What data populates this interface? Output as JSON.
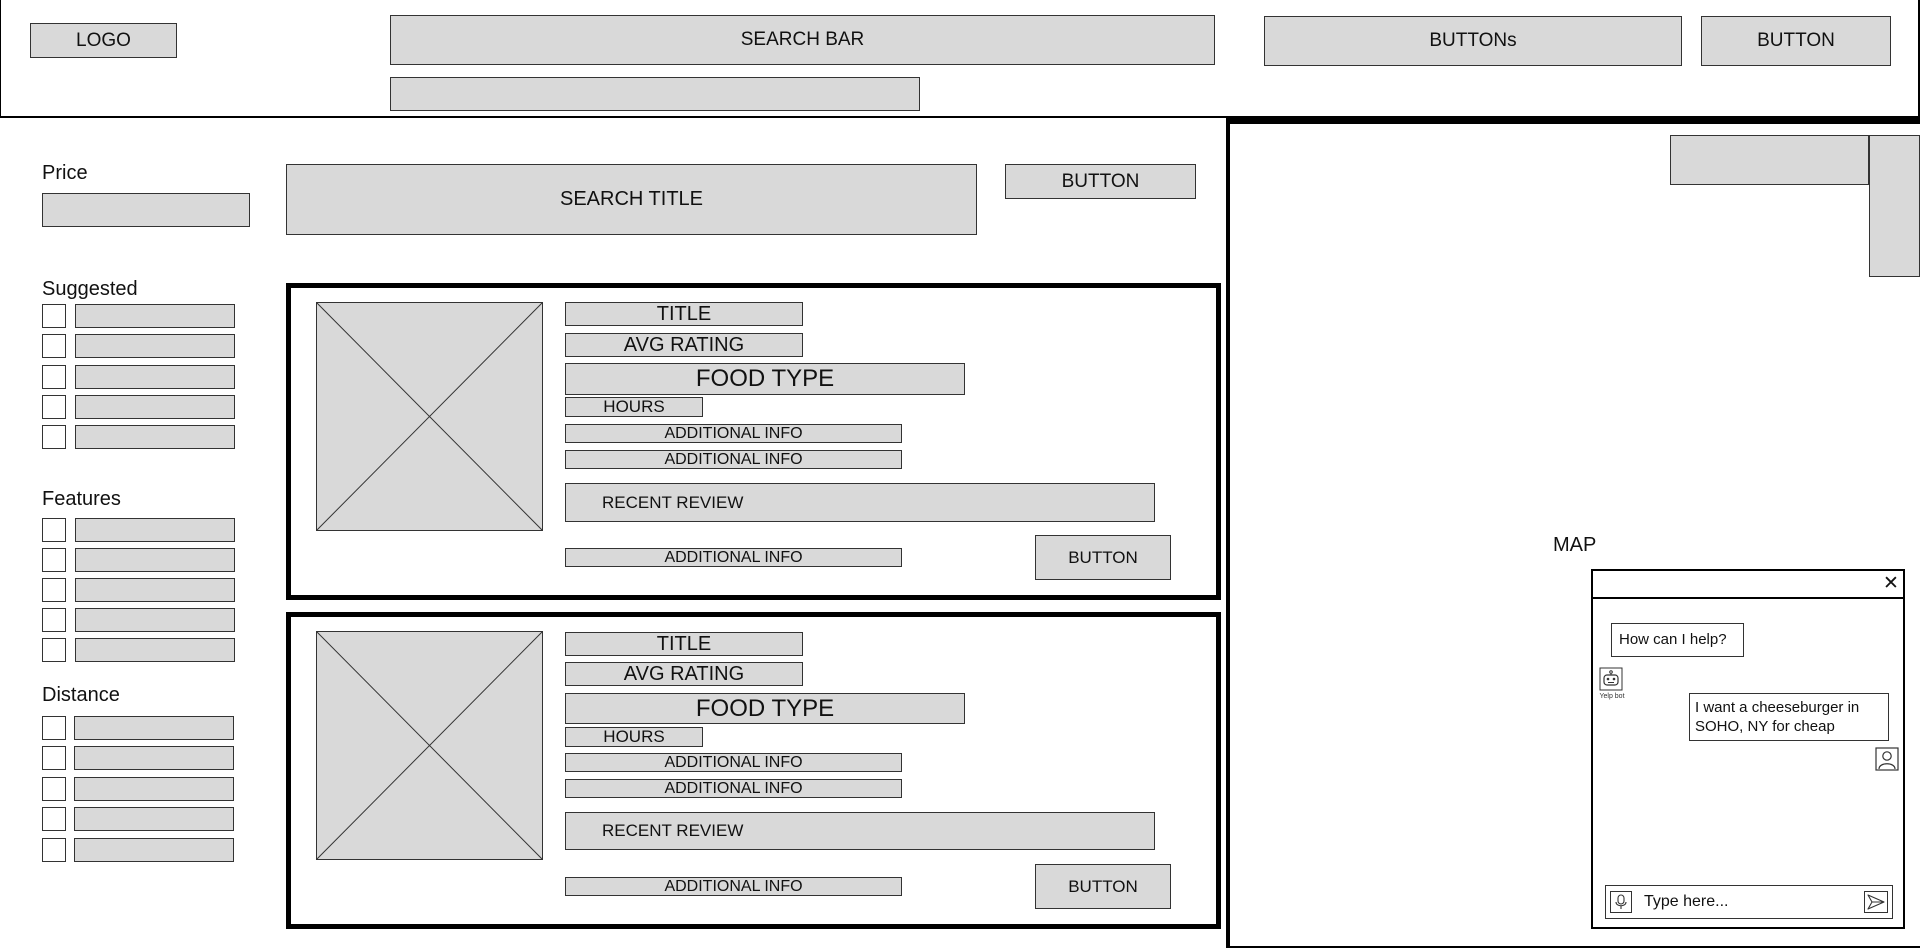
{
  "header": {
    "logo": "LOGO",
    "search_bar": "SEARCH BAR",
    "buttons_group": "BUTTONs",
    "button": "BUTTON"
  },
  "filters": {
    "price_label": "Price",
    "suggested_label": "Suggested",
    "features_label": "Features",
    "distance_label": "Distance"
  },
  "results": {
    "search_title": "SEARCH TITLE",
    "title_button": "BUTTON",
    "cards": [
      {
        "title": "TITLE",
        "avg_rating": "AVG RATING",
        "food_type": "FOOD TYPE",
        "hours": "HOURS",
        "info1": "ADDITIONAL INFO",
        "info2": "ADDITIONAL INFO",
        "review": "RECENT REVIEW",
        "info3": "ADDITIONAL INFO",
        "button": "BUTTON"
      },
      {
        "title": "TITLE",
        "avg_rating": "AVG RATING",
        "food_type": "FOOD TYPE",
        "hours": "HOURS",
        "info1": "ADDITIONAL INFO",
        "info2": "ADDITIONAL INFO",
        "review": "RECENT REVIEW",
        "info3": "ADDITIONAL INFO",
        "button": "BUTTON"
      }
    ]
  },
  "map": {
    "label": "MAP"
  },
  "chat": {
    "close_symbol": "✕",
    "bot_message": "How can I help?",
    "bot_name": "Yelp bot",
    "user_message": "I want a cheeseburger in SOHO, NY for cheap",
    "input_placeholder": "Type here..."
  },
  "icons": {
    "close": "close-icon",
    "bot": "robot-icon",
    "user": "user-icon",
    "mic": "microphone-icon",
    "send": "send-icon"
  }
}
